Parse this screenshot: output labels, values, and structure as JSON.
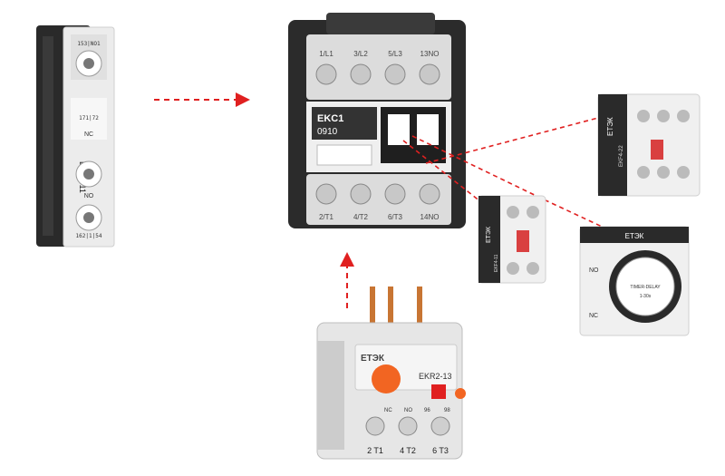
{
  "colors": {
    "arrow": "#e02020",
    "body_black": "#2b2b2b",
    "body_white": "#f2f2f2",
    "orange_dial": "#f26522"
  },
  "side_contact": {
    "code": "EKF8-11",
    "term_top": "153|NO1",
    "label_nc": "NC",
    "term_mid": "171|72",
    "label_no": "NO",
    "term_bot": "162|1|54"
  },
  "contactor": {
    "brand": "EKC1",
    "model": "0910",
    "top_terms": [
      "1/L1",
      "3/L2",
      "5/L3",
      "13NO"
    ],
    "bottom_terms": [
      "2/T1",
      "4/T2",
      "6/T3",
      "14NO"
    ]
  },
  "front_aux_4": {
    "brand": "ETЭК",
    "code": "EKF4-22"
  },
  "front_aux_2": {
    "brand": "ETЭК",
    "code": "EKF4-11"
  },
  "timer": {
    "brand": "ETЭК",
    "label_no": "NO",
    "label_nc": "NC",
    "dial_text": "TIMER-DELAY",
    "dial_sub": "1-30s"
  },
  "relay": {
    "brand": "ETЭК",
    "model": "EKR2-13",
    "terminals": [
      "2 T1",
      "4 T2",
      "6 T3"
    ],
    "aux": [
      "NC",
      "NO",
      "96",
      "98"
    ]
  }
}
